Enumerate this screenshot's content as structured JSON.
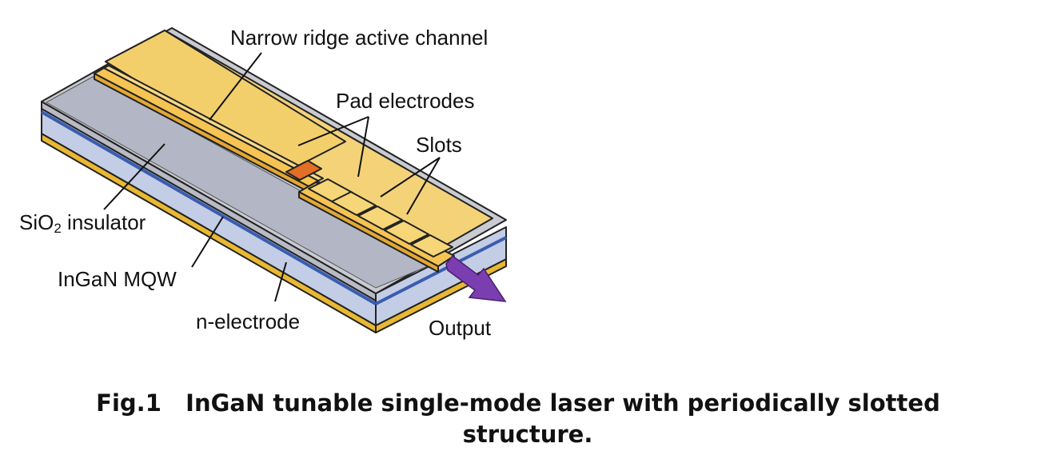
{
  "labels": {
    "narrow_ridge": "Narrow ridge active channel",
    "pad_electrodes": "Pad electrodes",
    "slots": "Slots",
    "sio2_main": "SiO",
    "sio2_sub": "2",
    "sio2_rest": " insulator",
    "ingan_mqw": "InGaN MQW",
    "n_electrode": "n-electrode",
    "output": "Output"
  },
  "caption": {
    "line1": "Fig.1   InGaN tunable single-mode laser with periodically slotted",
    "line2": "structure."
  },
  "colors": {
    "substrate_top": "#bfc1c7",
    "insulator": "#b3b6c4",
    "substrate_side": "#c3cde6",
    "mqw_line": "#3a5db0",
    "n_electrode": "#e9b832",
    "pad_gold": "#f3d278",
    "ridge_gold": "#f5c453",
    "gain_section": "#e46e26",
    "output_arrow": "#7b3eb0"
  }
}
